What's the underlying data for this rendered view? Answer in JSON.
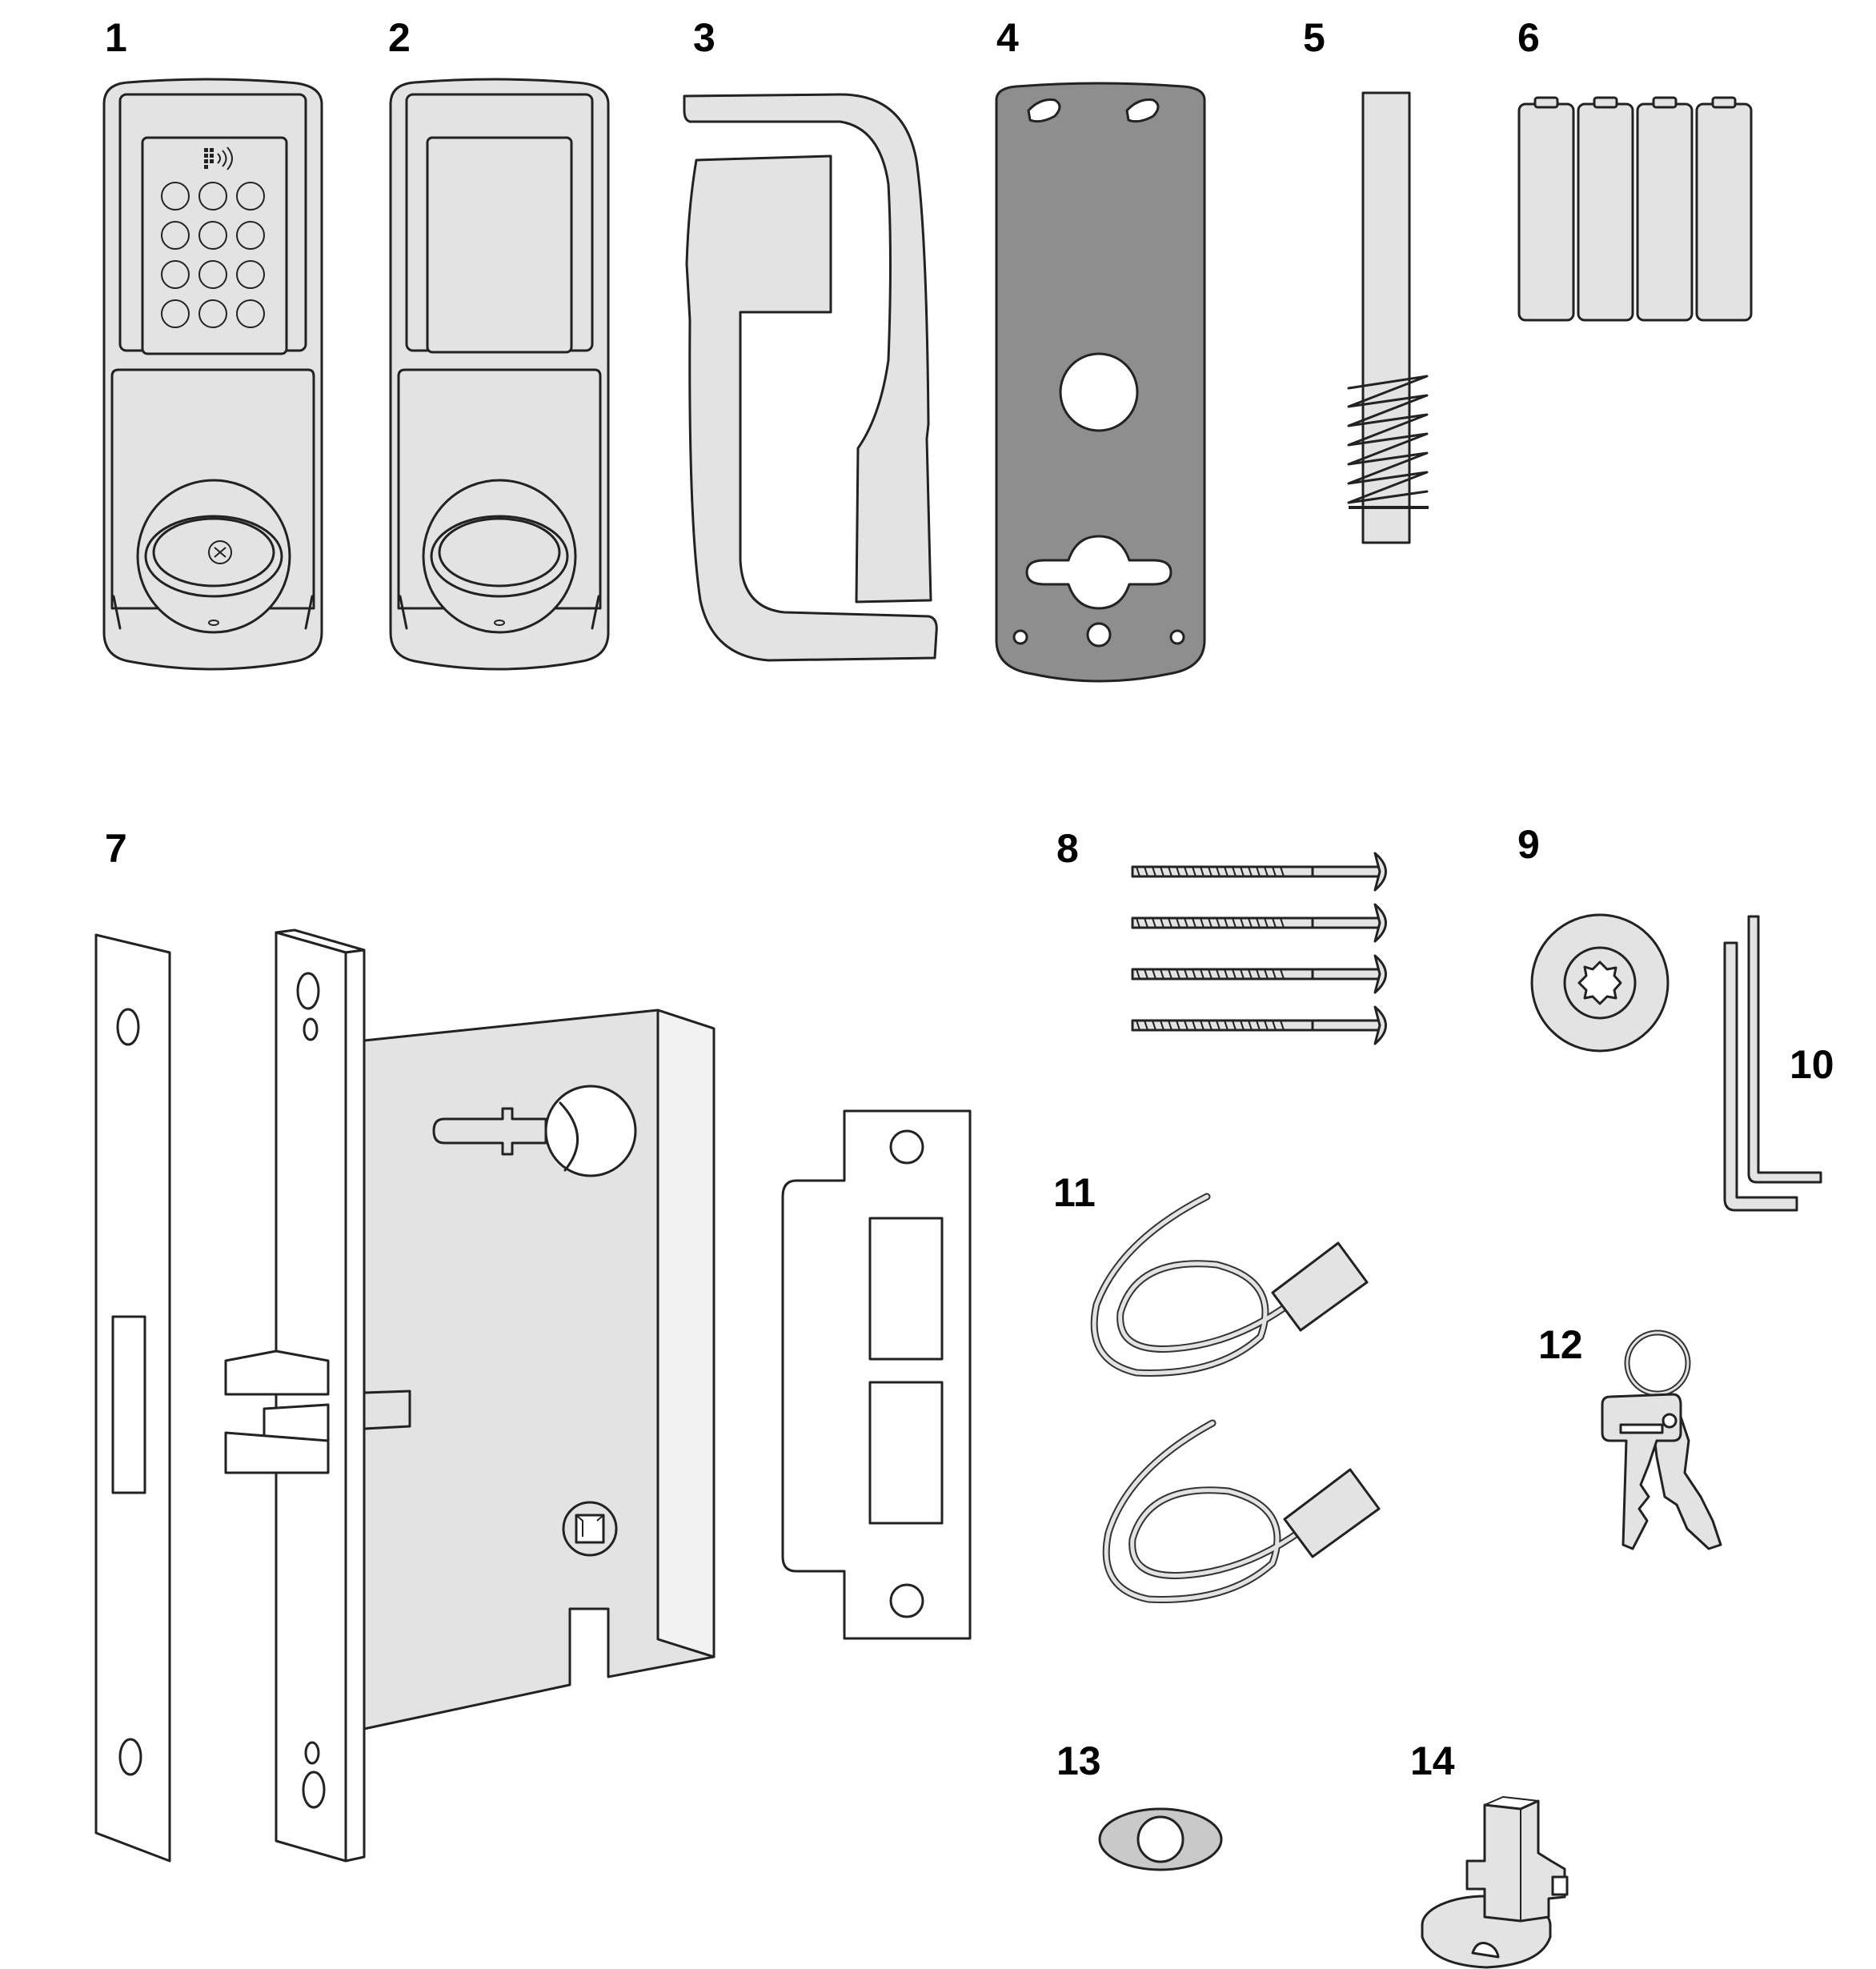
{
  "parts": [
    {
      "number": "1",
      "icon": "keypad-exterior-escutcheon-icon"
    },
    {
      "number": "2",
      "icon": "interior-escutcheon-icon"
    },
    {
      "number": "3",
      "icon": "lever-handle-icon"
    },
    {
      "number": "4",
      "icon": "mounting-plate-icon"
    },
    {
      "number": "5",
      "icon": "spindle-spring-icon"
    },
    {
      "number": "6",
      "icon": "batteries-icon"
    },
    {
      "number": "7",
      "icon": "mortise-lock-body-icon"
    },
    {
      "number": "8",
      "icon": "machine-screws-icon"
    },
    {
      "number": "9",
      "icon": "rosette-washer-icon"
    },
    {
      "number": "10",
      "icon": "hex-keys-icon"
    },
    {
      "number": "11",
      "icon": "cable-connectors-icon"
    },
    {
      "number": "12",
      "icon": "keys-icon"
    },
    {
      "number": "13",
      "icon": "cylinder-collar-icon"
    },
    {
      "number": "14",
      "icon": "thumbturn-adapter-icon"
    }
  ]
}
